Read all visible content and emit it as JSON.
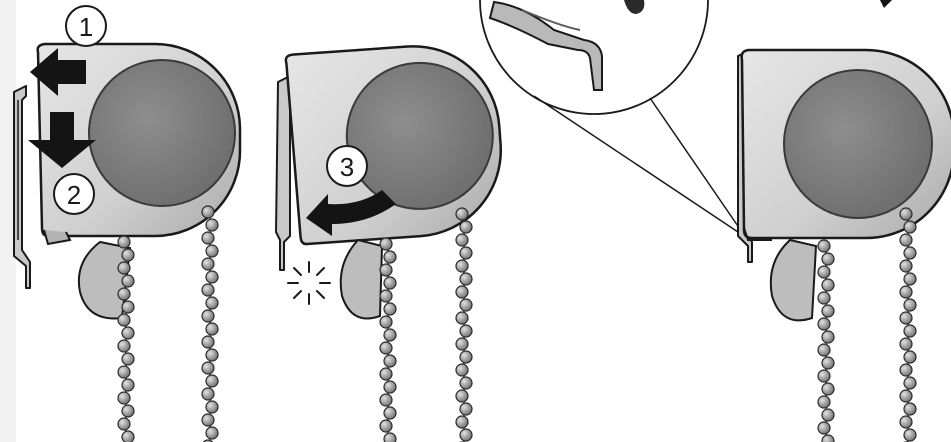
{
  "steps": [
    {
      "number": "1",
      "action": "push-left"
    },
    {
      "number": "2",
      "action": "push-down"
    },
    {
      "number": "3",
      "action": "rotate-off"
    }
  ],
  "colors": {
    "housing": "#d2d2d2",
    "housing_shade": "#9a9a9a",
    "outline": "#1a1a1a",
    "roller": "#7d7d7d",
    "arrow": "#141414",
    "bead": "#8c8c8c",
    "pulley": "#bdbdbd",
    "background_strip": "#f2f2f2"
  },
  "icons": [
    "arrow-left-icon",
    "arrow-down-icon",
    "curved-arrow-icon",
    "click-burst-icon",
    "magnifier-callout-icon"
  ]
}
